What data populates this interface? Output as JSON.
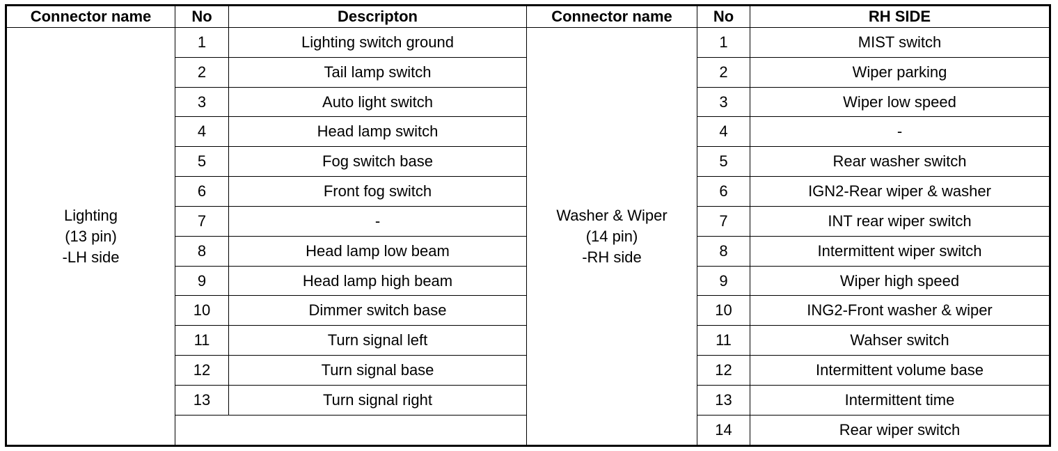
{
  "headers": {
    "left_connector": "Connector name",
    "left_no": "No",
    "left_desc": "Descripton",
    "right_connector": "Connector name",
    "right_no": "No",
    "right_desc": "RH SIDE"
  },
  "left": {
    "connector_lines": [
      "Lighting",
      "(13 pin)",
      "-LH side"
    ],
    "rows": [
      {
        "no": "1",
        "desc": "Lighting switch ground"
      },
      {
        "no": "2",
        "desc": "Tail lamp switch"
      },
      {
        "no": "3",
        "desc": "Auto light switch"
      },
      {
        "no": "4",
        "desc": "Head lamp switch"
      },
      {
        "no": "5",
        "desc": "Fog switch base"
      },
      {
        "no": "6",
        "desc": "Front fog switch"
      },
      {
        "no": "7",
        "desc": "-"
      },
      {
        "no": "8",
        "desc": "Head lamp low beam"
      },
      {
        "no": "9",
        "desc": "Head lamp high beam"
      },
      {
        "no": "10",
        "desc": "Dimmer switch base"
      },
      {
        "no": "11",
        "desc": "Turn signal left"
      },
      {
        "no": "12",
        "desc": "Turn signal base"
      },
      {
        "no": "13",
        "desc": "Turn signal right"
      }
    ]
  },
  "right": {
    "connector_lines": [
      "Washer & Wiper",
      "(14 pin)",
      "-RH side"
    ],
    "rows": [
      {
        "no": "1",
        "desc": "MIST switch"
      },
      {
        "no": "2",
        "desc": "Wiper parking"
      },
      {
        "no": "3",
        "desc": "Wiper low speed"
      },
      {
        "no": "4",
        "desc": "-"
      },
      {
        "no": "5",
        "desc": "Rear washer switch"
      },
      {
        "no": "6",
        "desc": "IGN2-Rear wiper & washer"
      },
      {
        "no": "7",
        "desc": "INT rear wiper switch"
      },
      {
        "no": "8",
        "desc": "Intermittent wiper switch"
      },
      {
        "no": "9",
        "desc": "Wiper high speed"
      },
      {
        "no": "10",
        "desc": "ING2-Front washer & wiper"
      },
      {
        "no": "11",
        "desc": "Wahser switch"
      },
      {
        "no": "12",
        "desc": "Intermittent volume base"
      },
      {
        "no": "13",
        "desc": "Intermittent time"
      },
      {
        "no": "14",
        "desc": "Rear wiper switch"
      }
    ]
  }
}
